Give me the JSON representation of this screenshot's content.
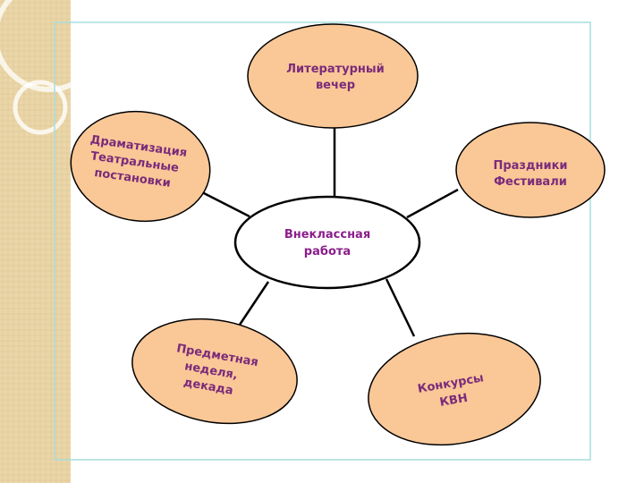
{
  "diagram": {
    "center": {
      "lines": [
        "Внеклассная",
        "работа"
      ]
    },
    "nodes": [
      {
        "id": "literary-evening",
        "lines": [
          "Литературный",
          "вечер"
        ]
      },
      {
        "id": "holidays-festivals",
        "lines": [
          "Праздники",
          "Фестивали"
        ]
      },
      {
        "id": "contests-kvn",
        "lines": [
          "Конкурсы",
          "КВН"
        ]
      },
      {
        "id": "subject-week",
        "lines": [
          "Предметная",
          "неделя,",
          "декада"
        ]
      },
      {
        "id": "dramatization",
        "lines": [
          "Драматизация",
          "Театральные",
          "постановки"
        ]
      }
    ]
  },
  "colors": {
    "node_fill": "#fac797",
    "center_fill": "#ffffff",
    "outline": "#000000",
    "text": "#7a2b7a",
    "frame": "#a8dede",
    "sidebar_fill": "#ead6a8"
  }
}
